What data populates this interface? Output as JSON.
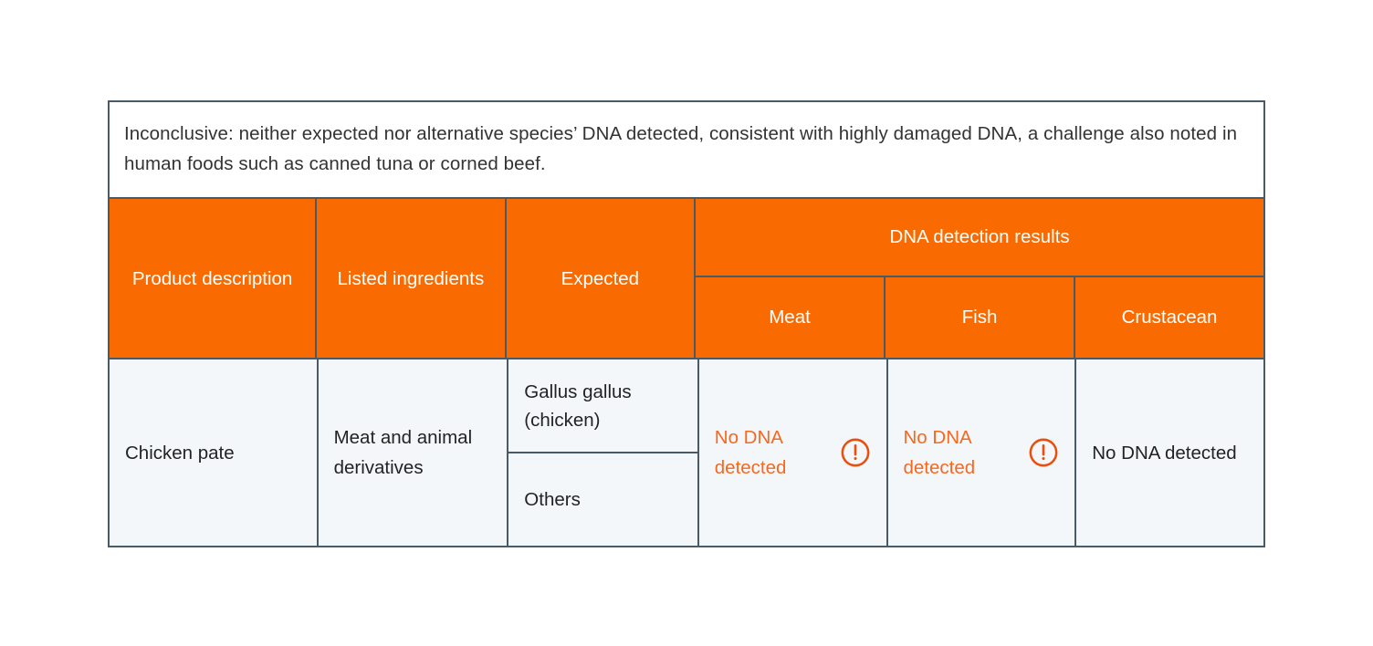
{
  "table": {
    "caption": "Inconclusive: neither expected nor alternative species’ DNA detected, consistent with highly damaged DNA, a challenge also noted in human foods such as canned tuna or corned beef.",
    "headers": {
      "product_description": "Product description",
      "listed_ingredients": "Listed ingredients",
      "expected": "Expected",
      "dna_group": "DNA detection results",
      "sub": {
        "meat": "Meat",
        "fish": "Fish",
        "crustacean": "Crustacean"
      }
    },
    "row": {
      "product_description": "Chicken pate",
      "listed_ingredients": "Meat and animal derivatives",
      "expected_primary": "Gallus gallus (chicken)",
      "expected_secondary": "Others",
      "results": {
        "meat": "No DNA detected",
        "fish": "No DNA detected",
        "crustacean": "No DNA detected"
      },
      "flags": {
        "meat_icon": "alert-circle-icon",
        "fish_icon": "alert-circle-icon"
      }
    },
    "colors": {
      "header_orange": "#F96A00",
      "alert_orange": "#F7681F",
      "border": "#4a5b68",
      "body_background": "#F3F7FA",
      "text": "#232323",
      "caption_text": "#333333"
    }
  }
}
